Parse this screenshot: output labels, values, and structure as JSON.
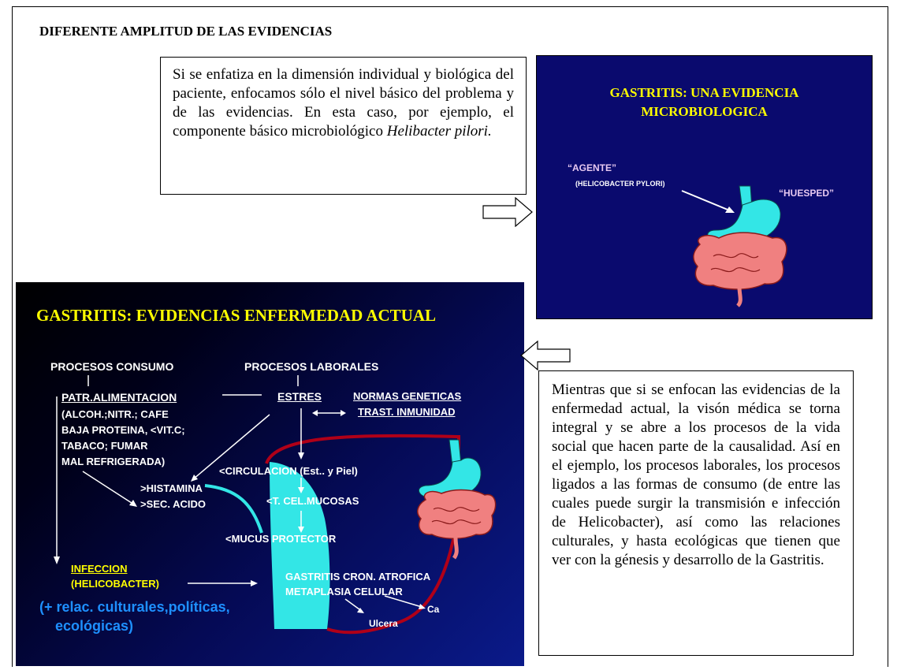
{
  "heading": "DIFERENTE AMPLITUD DE LAS EVIDENCIAS",
  "textbox_top": {
    "text": "Si se enfatiza en la dimensión individual y biológica del paciente, enfocamos sólo el nivel básico del problema y de las evidencias. En esta caso, por ejemplo, el componente básico microbiológico",
    "italic": "Helibacter pilori."
  },
  "slide_micro": {
    "title_line1": "GASTRITIS: UNA EVIDENCIA",
    "title_line2": "MICROBIOLOGICA",
    "agente": "“AGENTE”",
    "agente_sub": "(HELICOBACTER PYLORI)",
    "huesped": "“HUESPED”"
  },
  "slide_actual": {
    "title": "GASTRITIS: EVIDENCIAS ENFERMEDAD ACTUAL",
    "procesos_consumo": "PROCESOS CONSUMO",
    "procesos_laborales": "PROCESOS LABORALES",
    "patr_alimentacion": "PATR.ALIMENTACION",
    "alim_line1": "(ALCOH.;NITR.; CAFE",
    "alim_line2": "BAJA PROTEINA, <VIT.C;",
    "alim_line3": "TABACO; FUMAR",
    "alim_line4": "MAL REFRIGERADA)",
    "estres": "ESTRES",
    "normas_geneticas": "NORMAS GENETICAS",
    "trast_inmunidad": "TRAST. INMUNIDAD",
    "circulacion": "<CIRCULACION (Est.. y Piel)",
    "histamina": ">HISTAMINA",
    "sec_acido": ">SEC. ACIDO",
    "t_cel_mucosas": "<T. CEL.MUCOSAS",
    "mucus_protector": "<MUCUS PROTECTOR",
    "infeccion": "INFECCION",
    "helicobacter": "(HELICOBACTER)",
    "gastritis_cron": "GASTRITIS CRON. ATROFICA",
    "metaplasia": "METAPLASIA CELULAR",
    "ca": "Ca",
    "ulcera": "Ulcera",
    "relac_line1": "(+ relac. culturales,políticas,",
    "relac_line2": "ecológicas)"
  },
  "textbox_bottom": {
    "text": "Mientras que si se enfocan las evidencias de la enfermedad actual, la visón médica se torna integral y se abre a los procesos de la vida social que hacen parte de la causalidad. Así en el ejemplo, los procesos laborales, los procesos ligados a las formas de consumo (de entre las cuales puede surgir la transmisión e infección de Helicobacter), así como las relaciones culturales, y hasta ecológicas que tienen que ver con la génesis y desarrollo de la Gastritis."
  },
  "colors": {
    "slide1_bg": "#0a0a6e",
    "title_yellow": "#ffff00",
    "cyan_stomach": "#33e6e6",
    "pink_intestine": "#f08080",
    "red_curve": "#b00018",
    "relac_blue": "#1e90ff"
  }
}
